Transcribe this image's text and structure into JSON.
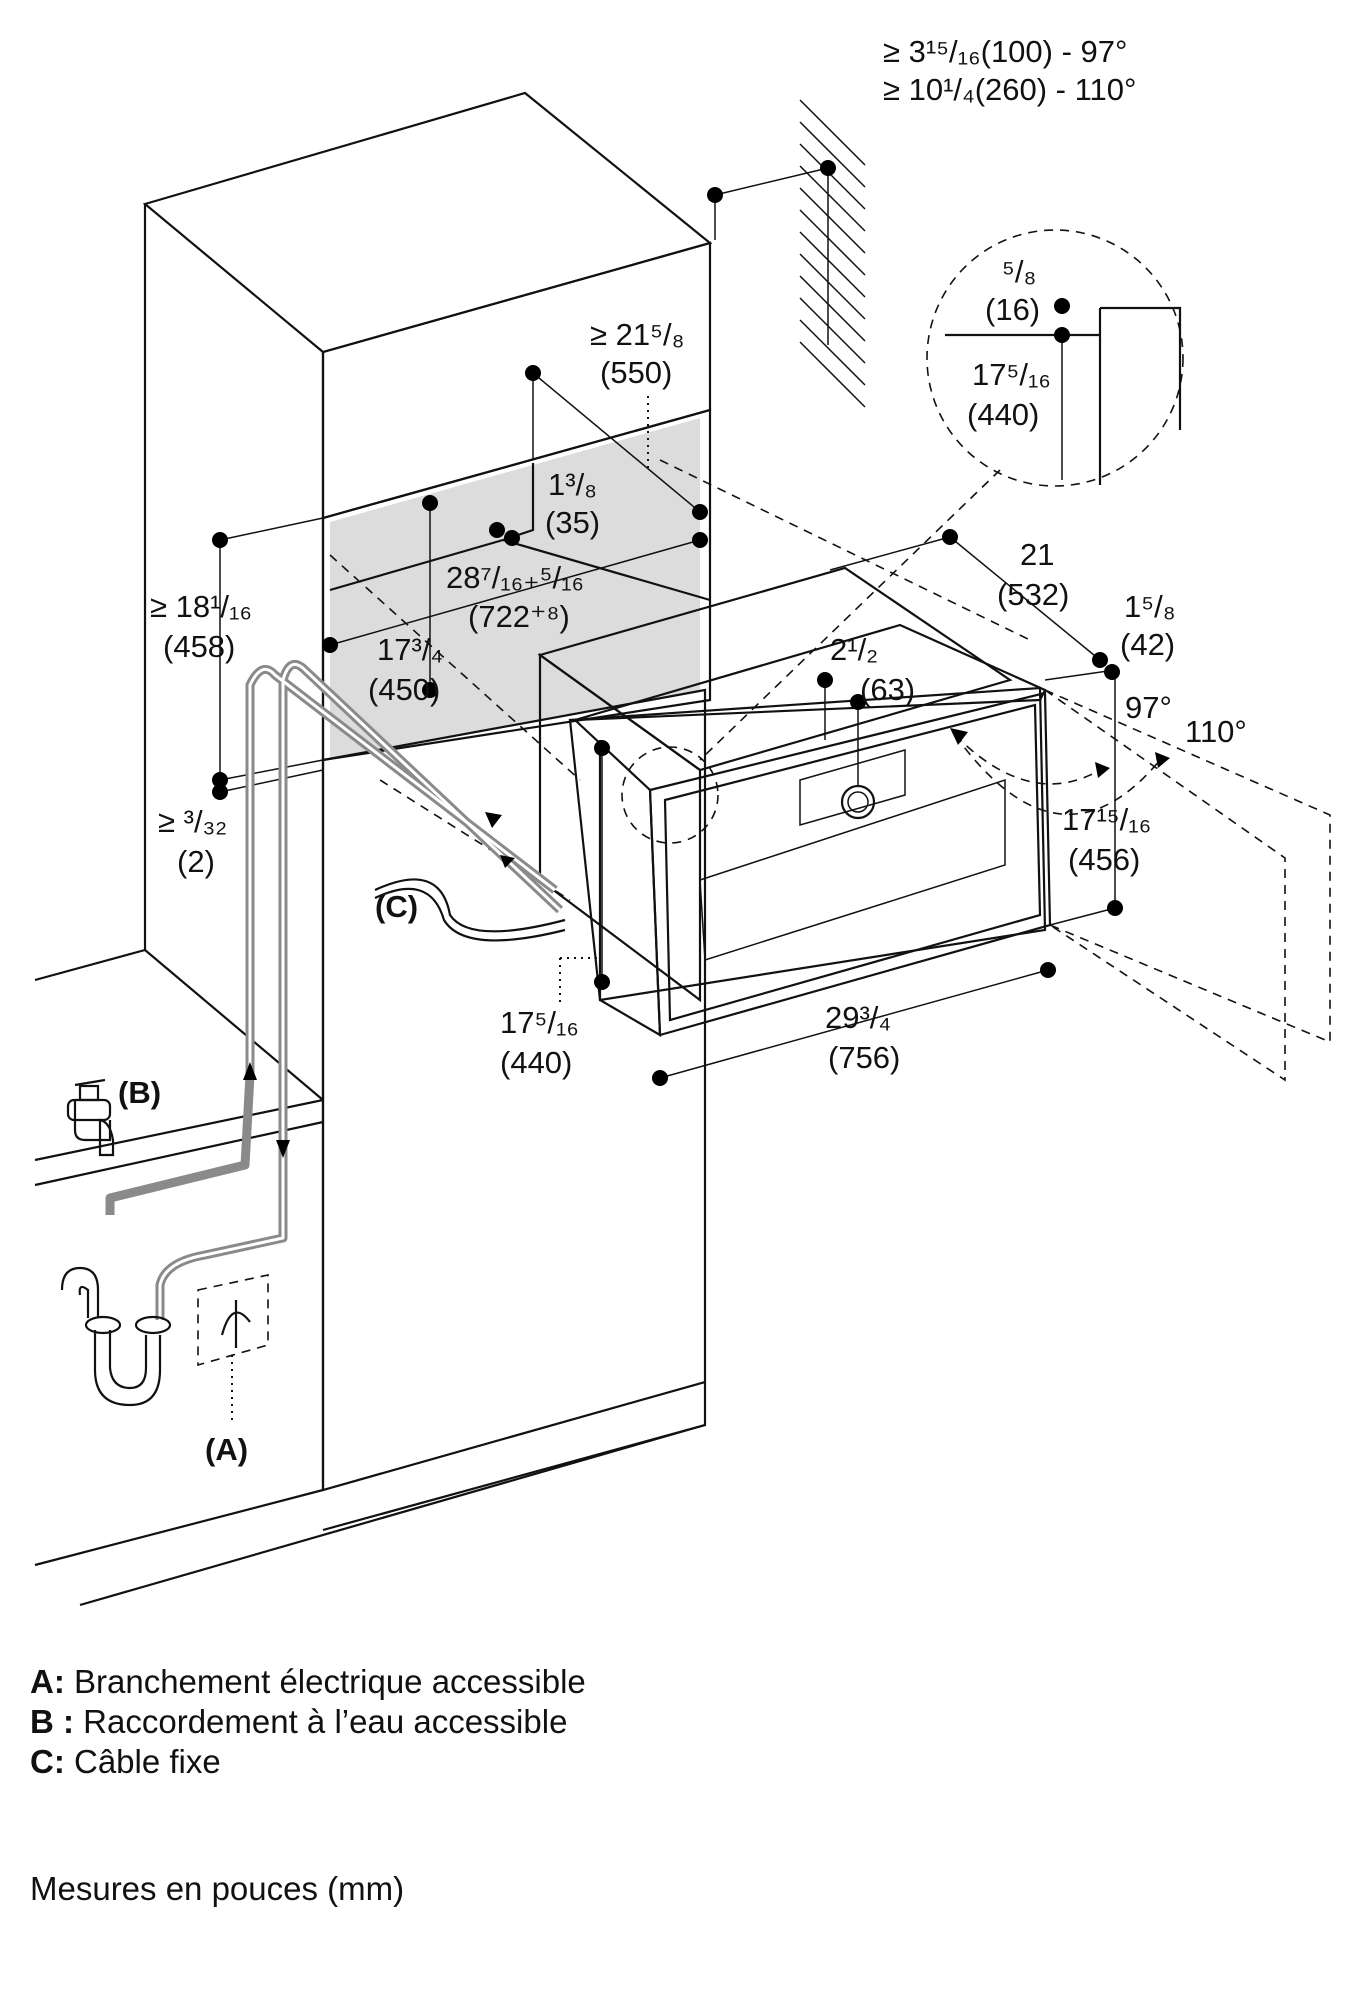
{
  "dimensions": {
    "top_right_line1": "≥ 3¹⁵/₁₆(100) - 97°",
    "top_right_line2": "≥ 10¹/₄(260) - 110°",
    "depth_niche_in": "≥ 21⁵/₈",
    "depth_niche_mm": "(550)",
    "detail_small_in": "⁵/₈",
    "detail_small_mm": "(16)",
    "detail_height_in": "17⁵/₁₆",
    "detail_height_mm": "(440)",
    "recess_in": "1³/₈",
    "recess_mm": "(35)",
    "width_niche_in": "28⁷/₁₆₊⁵/₁₆",
    "width_niche_mm": "(722⁺⁸)",
    "depth_appliance_in": "21",
    "depth_appliance_mm": "(532)",
    "front_in": "1⁵/₈",
    "front_mm": "(42)",
    "niche_height_left_in": "≥ 18¹/₁₆",
    "niche_height_left_mm": "(458)",
    "niche_height_inner_in": "17³/₄",
    "niche_height_inner_mm": "(450)",
    "handle_in": "2¹/₂",
    "handle_mm": "(63)",
    "angle_97": "97°",
    "angle_110": "110°",
    "gap_in": "≥ ³/₃₂",
    "gap_mm": "(2)",
    "appliance_height_in": "17¹⁵/₁₆",
    "appliance_height_mm": "(456)",
    "body_height_in": "17⁵/₁₆",
    "body_height_mm": "(440)",
    "width_front_in": "29³/₄",
    "width_front_mm": "(756)"
  },
  "callouts": {
    "a": "(A)",
    "b": "(B)",
    "c": "(C)"
  },
  "legend": [
    {
      "key": "A:",
      "text": "Branchement électrique accessible"
    },
    {
      "key": "B :",
      "text": "Raccordement à l’eau accessible"
    },
    {
      "key": "C:",
      "text": "Câble fixe"
    }
  ],
  "note": "Mesures en pouces (mm)",
  "colors": {
    "line": "#111111",
    "pipe": "#8a8a8a",
    "niche_fill": "#dcdcdc"
  }
}
